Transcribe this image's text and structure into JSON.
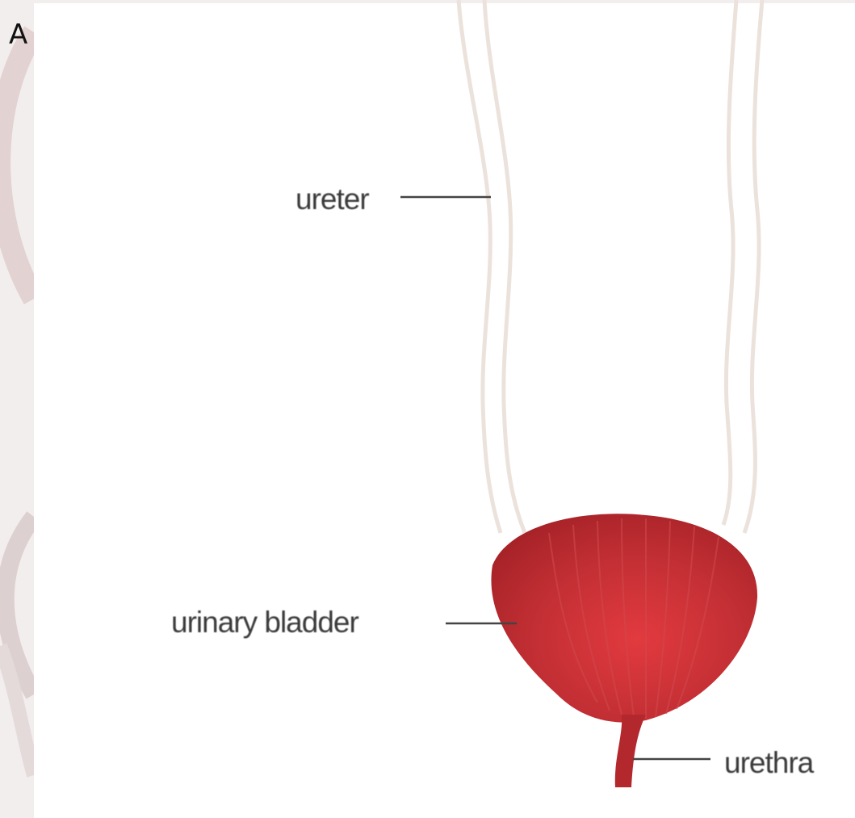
{
  "panel": {
    "letter": "A"
  },
  "labels": {
    "ureter": "ureter",
    "urinary_bladder": "urinary bladder",
    "urethra": "urethra"
  },
  "colors": {
    "bladder": "#b3282d",
    "bladder_highlight": "#e23a3f",
    "ureter_outline": "#e8dcd6",
    "leader_line": "#444444",
    "background_decor": "#e6d6d6"
  }
}
